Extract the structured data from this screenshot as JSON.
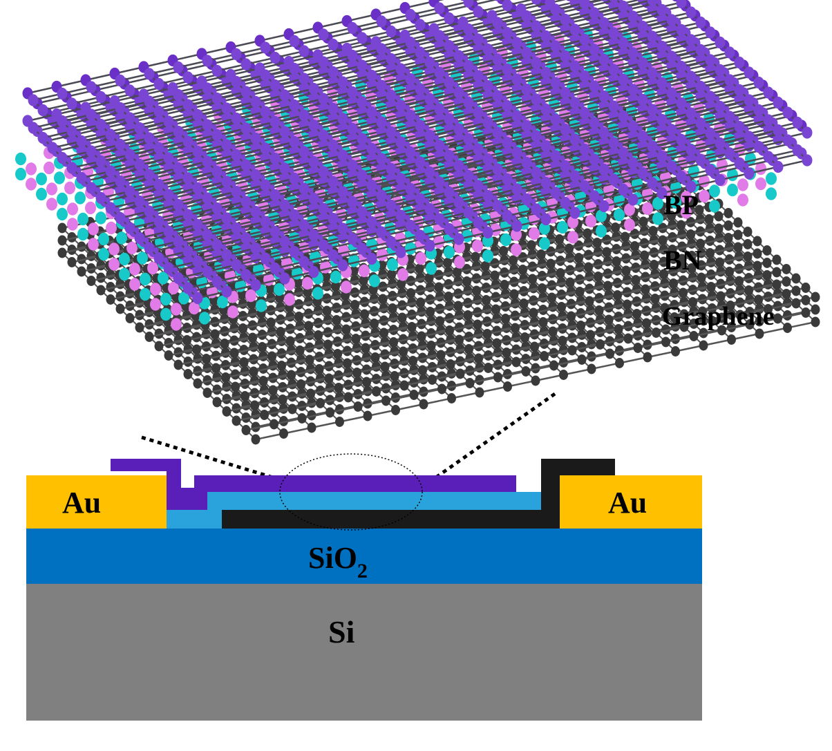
{
  "labels": {
    "bp": "BP",
    "bn": "BN",
    "graphene": "Graphene",
    "au_left": "Au",
    "au_right": "Au",
    "sio2_main": "SiO",
    "sio2_sub": "2",
    "si": "Si"
  },
  "colors": {
    "bp_atom": "#6a2fc7",
    "bp_bond": "#4a4a55",
    "bn_cyan": "#18c9c9",
    "bn_pink": "#e07be8",
    "graphene_atom": "#3a3a3a",
    "au": "#ffc000",
    "sio2": "#0070c0",
    "si": "#808080",
    "device_bp": "#5a1fb8",
    "device_bn": "#2aa3dc",
    "device_graphene": "#1a1a1a"
  }
}
